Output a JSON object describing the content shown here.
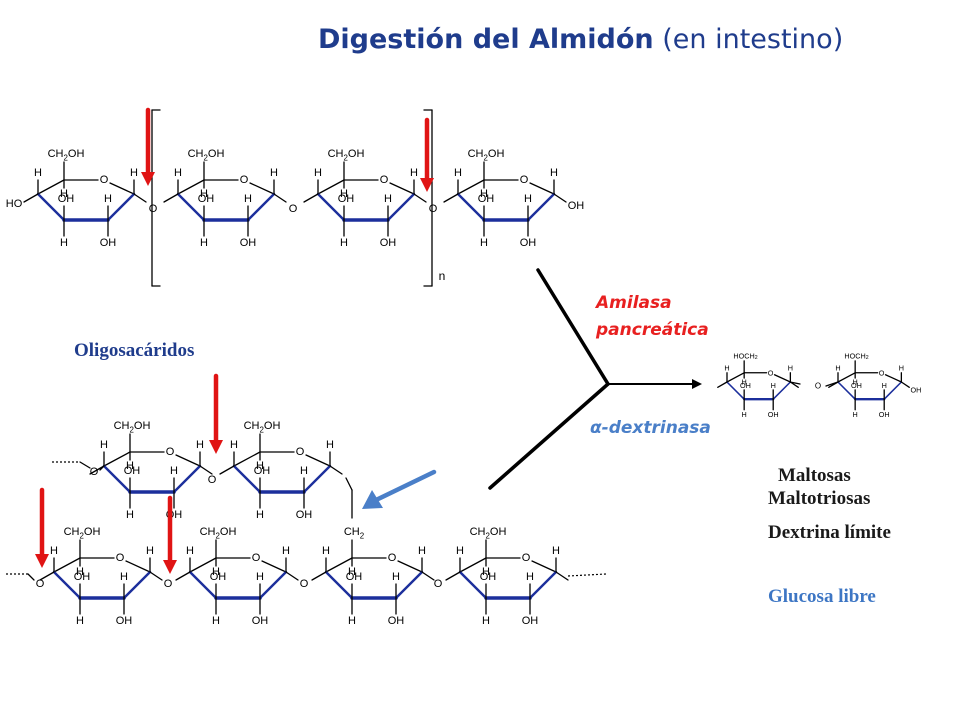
{
  "title": {
    "main": "Digestión del Almidón",
    "sub": "(en intestino)"
  },
  "enzymes": {
    "amilasa": [
      "Amilasa",
      "pancreática"
    ],
    "dextrinasa": "α-dextrinasa"
  },
  "labels": {
    "oligosacaridos": "Oligosacáridos",
    "n": "n"
  },
  "products": {
    "maltosas": "Maltosas",
    "maltotriosas": "Maltotriosas",
    "dextrina_limite": "Dextrina límite",
    "glucosa_libre": "Glucosa libre"
  },
  "atoms": {
    "h": "H",
    "oh": "OH",
    "ho": "HO",
    "o": "O",
    "ch2oh": "CH2OH",
    "hoch2": "HOCH2",
    "ch2": "CH2"
  },
  "colors": {
    "title": "#1f3c8c",
    "amilasa": "#e82020",
    "dextrinasa": "#4a7fc8",
    "red_arrow": "#e01414",
    "blue_arrow": "#4a7fc8",
    "bold_bond": "#1c2f9c",
    "glucosa": "#3d76c4"
  }
}
